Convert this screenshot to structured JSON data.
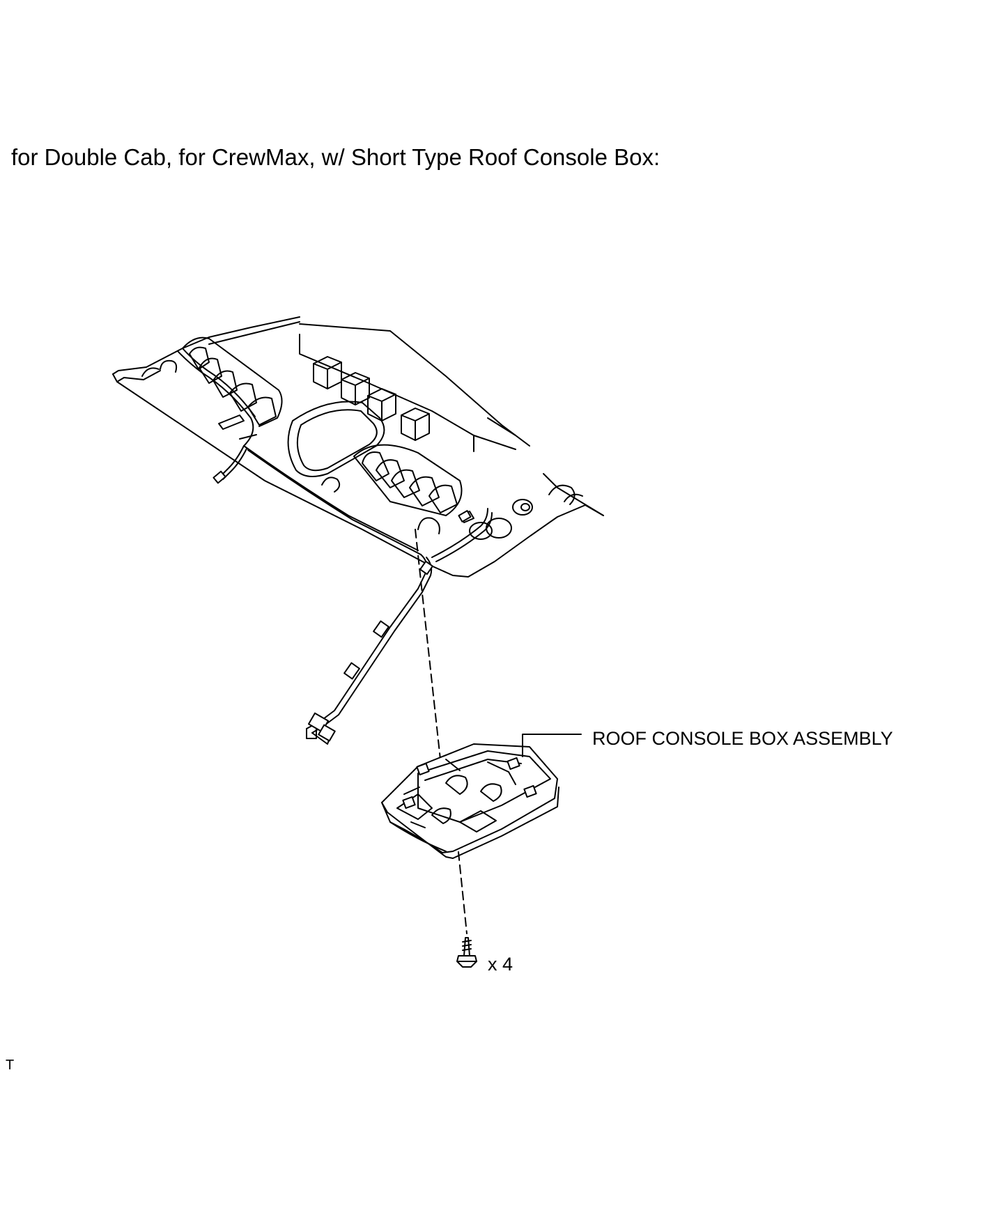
{
  "title": "for Double Cab, for CrewMax, w/ Short Type Roof Console Box:",
  "callouts": {
    "roof_console_box": "ROOF CONSOLE BOX ASSEMBLY",
    "screw_quantity": "x 4"
  },
  "footer_code": "T",
  "colors": {
    "line": "#000000",
    "background": "#ffffff",
    "fill": "#ffffff"
  }
}
